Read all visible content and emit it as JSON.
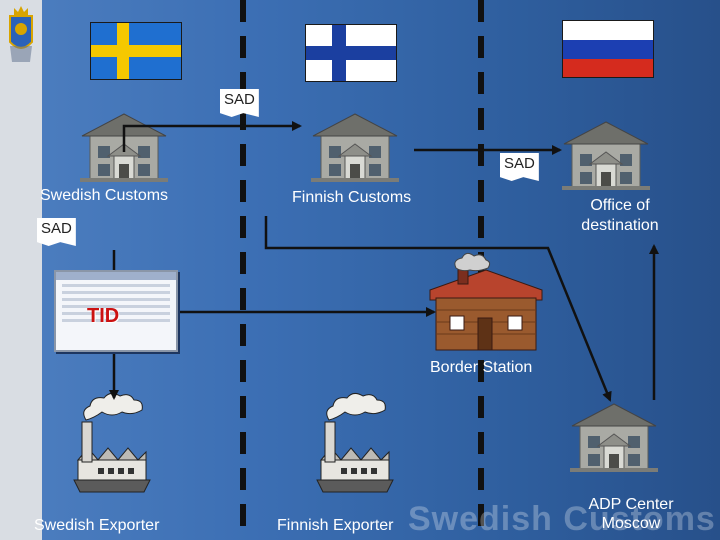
{
  "labels": {
    "swedish_customs": "Swedish Customs",
    "finnish_customs": "Finnish Customs",
    "office_destination_line1": "Office of",
    "office_destination_line2": "destination",
    "border_station": "Border Station",
    "swedish_exporter": "Swedish Exporter",
    "finnish_exporter": "Finnish Exporter",
    "adp_center_line1": "ADP Center",
    "adp_center_line2": "Moscow",
    "tid": "TID",
    "watermark": "Swedish Customs"
  },
  "documents": [
    {
      "id": "sad-top",
      "text": "SAD"
    },
    {
      "id": "sad-right",
      "text": "SAD"
    },
    {
      "id": "sad-left",
      "text": "SAD"
    }
  ],
  "flags": [
    {
      "country": "Sweden",
      "colors": {
        "field": "#1f6fd0",
        "cross": "#f5c800"
      }
    },
    {
      "country": "Finland",
      "colors": {
        "field": "#ffffff",
        "cross": "#1b3fa0"
      }
    },
    {
      "country": "Russia",
      "colors": {
        "top": "#ffffff",
        "middle": "#1c3fb2",
        "bottom": "#d52b1e"
      }
    }
  ],
  "icons": [
    "crest-icon",
    "customs-building-icon",
    "factory-icon",
    "border-cabin-icon",
    "computer-screen-icon"
  ],
  "colors": {
    "arrow": "#111111",
    "border_line": "#111111",
    "label_text": "#ffffff",
    "tid_text": "#cc1111"
  }
}
